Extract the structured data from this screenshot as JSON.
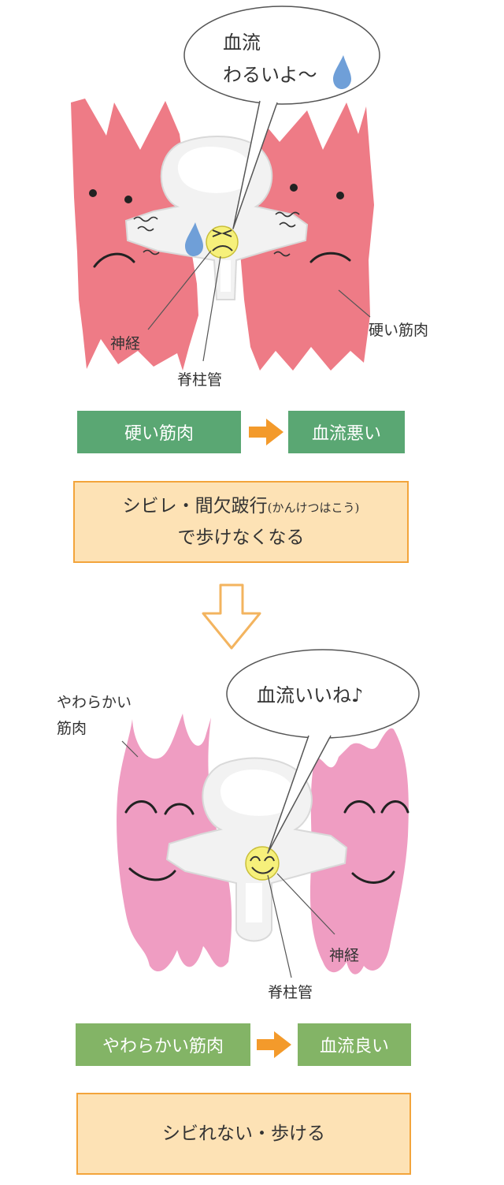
{
  "top": {
    "bubble_line1": "血流",
    "bubble_line2": "わるいよ〜",
    "label_nerve": "神経",
    "label_canal": "脊柱管",
    "label_muscle": "硬い筋肉"
  },
  "flow1": {
    "left": "硬い筋肉",
    "right": "血流悪い",
    "result_main": "シビレ・間欠跛行",
    "result_paren": "(かんけつはこう)",
    "result_line2": "で歩けなくなる"
  },
  "bottom": {
    "bubble": "血流いいね♪",
    "label_muscle_line1": "やわらかい",
    "label_muscle_line2": "筋肉",
    "label_nerve": "神経",
    "label_canal": "脊柱管"
  },
  "flow2": {
    "left": "やわらかい筋肉",
    "right": "血流良い",
    "result": "シビれない・歩ける"
  },
  "colors": {
    "hard_muscle": "#ee7b86",
    "soft_muscle": "#ef9dc2",
    "spine": "#f2f2f2",
    "nerve": "#f6f07b",
    "green_dark": "#5aa773",
    "green_light": "#83b466",
    "arrow_orange": "#f39a2b",
    "result_fill": "#fde2b5",
    "result_border": "#f3a43b",
    "drop": "#6f9fd8"
  }
}
